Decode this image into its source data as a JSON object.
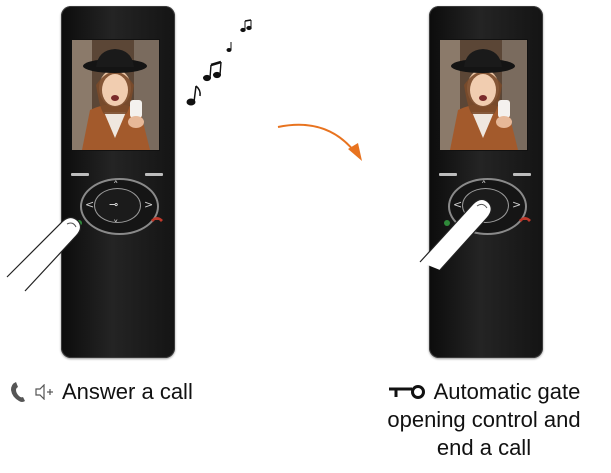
{
  "captions": {
    "answer": "Answer a call",
    "gate_line1": "Automatic gate",
    "gate_line2": "opening control and",
    "gate_line3": "end a call"
  },
  "icons": {
    "answer": [
      "phone-handset-icon",
      "speaker-icon"
    ],
    "gate": [
      "key-icon"
    ],
    "device": [
      "up-arrow-icon",
      "down-arrow-icon",
      "left-arrow-icon",
      "right-arrow-icon",
      "key-icon",
      "hang-up-icon"
    ],
    "decor": [
      "music-notes-icon",
      "curved-arrow-icon",
      "finger-icon"
    ]
  },
  "colors": {
    "accent_arrow": "#e8731f",
    "device_body": "#1a1a1a",
    "hangup_red": "#c0392b",
    "answer_green": "#2f8a3a"
  }
}
